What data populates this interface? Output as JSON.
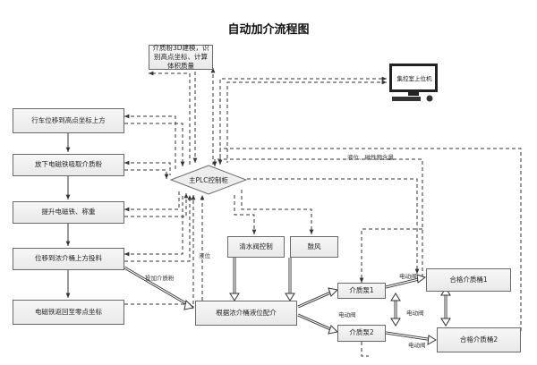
{
  "title": "自动加介流程图",
  "nodes": {
    "scan": "介质粉3D建模，识别高点坐标、计算体积质量",
    "pc": "集控室上位机",
    "crane_move": "行车位移到高点坐标上方",
    "lower_magnet": "放下电磁铁吸取介质粉",
    "lift_magnet": "提升电磁铁、称重",
    "move_to_tank": "位移到浓介桶上方投料",
    "return_zero": "电磁铁返回至零点坐标",
    "plc": "主PLC控制柜",
    "water_valve": "清水阀控制",
    "blower": "鼓风",
    "mixing": "根据浓介桶液位配介",
    "pump1": "介质泵1",
    "pump2": "介质泵2",
    "tank1": "合格介质桶1",
    "tank2": "合格介质桶2"
  },
  "edge_labels": {
    "feed": "投加介质粉",
    "level": "液位",
    "density": "液位、磁性物含量",
    "elec_valve_1": "电动阀",
    "elec_valve_2": "电动阀",
    "elec_valve_3": "电动阀",
    "elec_valve_4": "电动阀"
  },
  "colors": {
    "line": "#333333",
    "box_border": "#6a6a6a",
    "box_fill": "#eeeeee"
  },
  "icons": {
    "pc": "desktop-computer-icon"
  }
}
